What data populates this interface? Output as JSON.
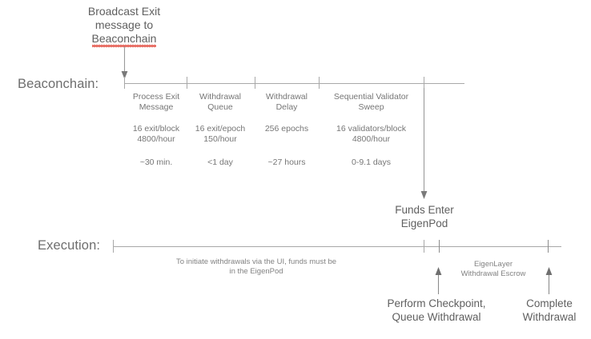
{
  "diagram": {
    "title_note": {
      "line1": "Broadcast Exit",
      "line2": "message to",
      "line3": "Beaconchain"
    },
    "lanes": {
      "beaconchain_label": "Beaconchain:",
      "execution_label": "Execution:"
    },
    "beaconchain_phases": [
      {
        "name_line1": "Process Exit",
        "name_line2": "Message",
        "rate_line1": "16 exit/block",
        "rate_line2": "4800/hour",
        "duration": "~30 min."
      },
      {
        "name_line1": "Withdrawal",
        "name_line2": "Queue",
        "rate_line1": "16 exit/epoch",
        "rate_line2": "150/hour",
        "duration": "<1 day"
      },
      {
        "name_line1": "Withdrawal",
        "name_line2": "Delay",
        "rate_line1": "256 epochs",
        "rate_line2": "",
        "duration": "~27 hours"
      },
      {
        "name_line1": "Sequential Validator",
        "name_line2": "Sweep",
        "rate_line1": "16 validators/block",
        "rate_line2": "4800/hour",
        "duration": "0-9.1 days"
      }
    ],
    "funds_enter": {
      "line1": "Funds Enter",
      "line2": "EigenPod"
    },
    "execution_note": {
      "line1": "To initiate withdrawals via the UI, funds must be",
      "line2": "in the EigenPod"
    },
    "escrow_note": {
      "line1": "EigenLayer",
      "line2": "Withdrawal Escrow"
    },
    "bottom_labels": [
      {
        "line1": "Perform Checkpoint,",
        "line2": "Queue Withdrawal"
      },
      {
        "line1": "Complete",
        "line2": "Withdrawal"
      }
    ],
    "colors": {
      "text_gray": "#6e6e6e",
      "line_gray": "#a8a8a8",
      "spellcheck_red": "#e2473b"
    }
  }
}
